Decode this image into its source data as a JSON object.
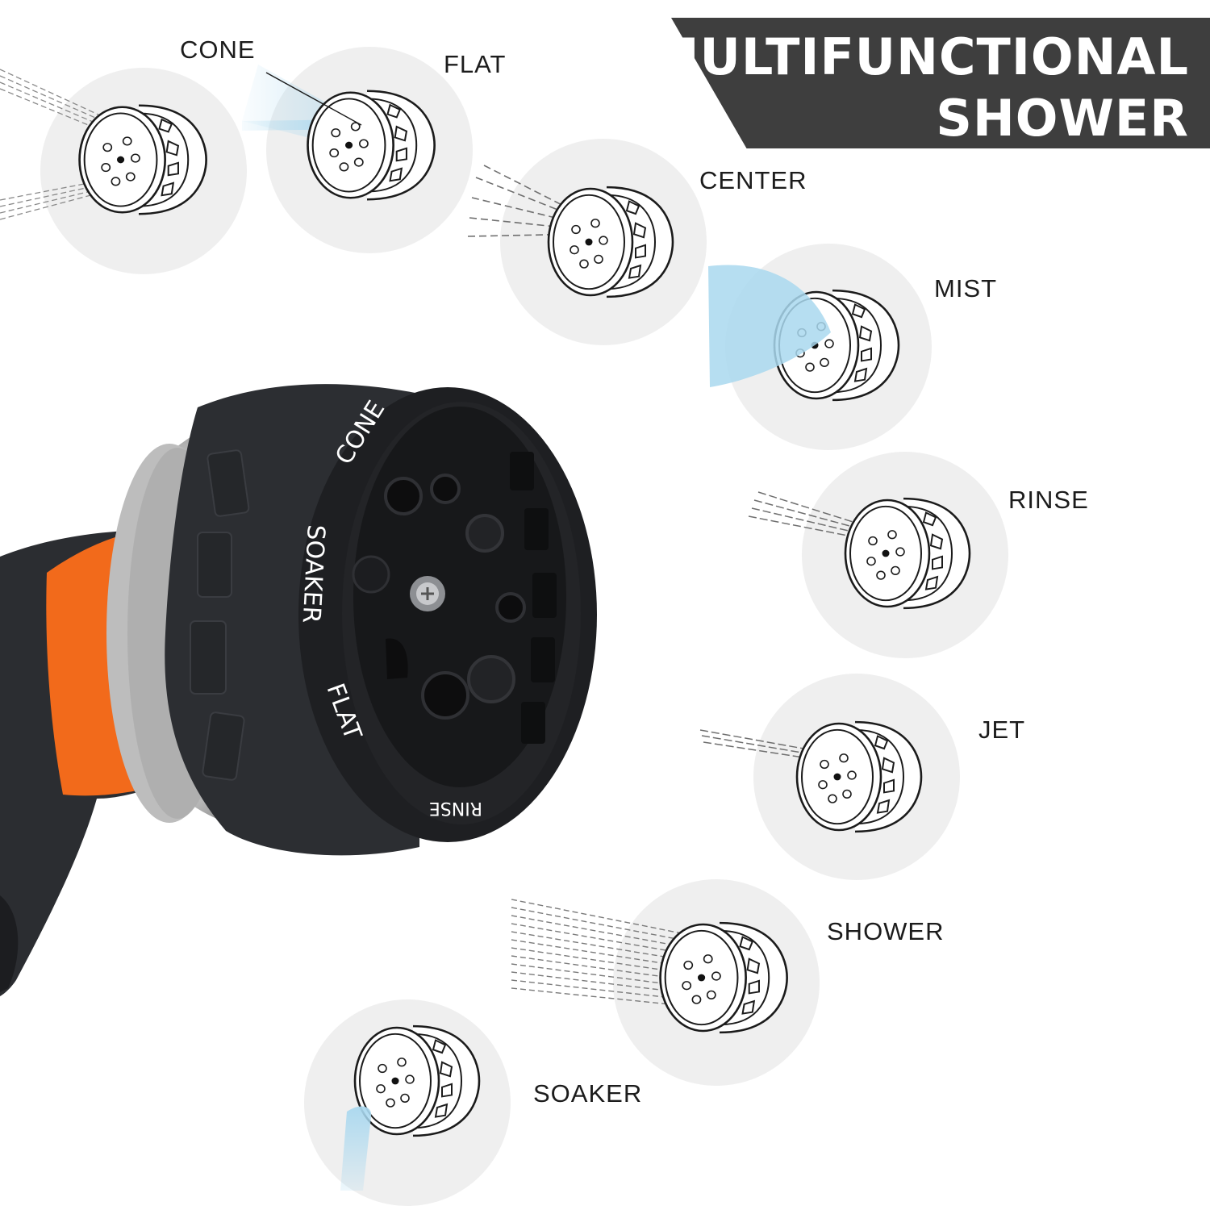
{
  "banner": {
    "line1": "MULTIFUNCTIONAL",
    "line2": "SHOWER"
  },
  "modes": [
    {
      "label": "CONE"
    },
    {
      "label": "FLAT"
    },
    {
      "label": "CENTER"
    },
    {
      "label": "MIST"
    },
    {
      "label": "RINSE"
    },
    {
      "label": "JET"
    },
    {
      "label": "SHOWER"
    },
    {
      "label": "SOAKER"
    }
  ],
  "nozzle_dial": {
    "labels": [
      "CONE",
      "SOAKER",
      "FLAT",
      "RINSE"
    ]
  },
  "colors": {
    "banner": "#3e3e3e",
    "handle_accent": "#f26a1b",
    "nozzle_body": "#2a2c30",
    "circle_bg": "#efefef",
    "water": "#a9d8ef"
  }
}
